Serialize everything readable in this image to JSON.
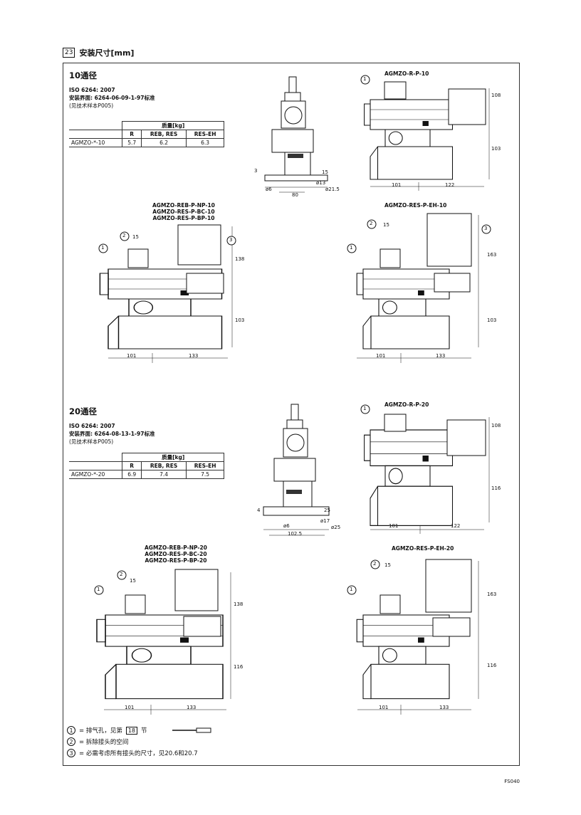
{
  "section": {
    "number": "23",
    "title": "安装尺寸[mm]"
  },
  "size10": {
    "title": "10通径",
    "iso": "ISO 6264: 2007",
    "mount": "安装界面: 6264-06-09-1-97标准",
    "ref": "(见技术样本P005)",
    "mass_header": "质量[kg]",
    "cols": [
      "R",
      "REB, RES",
      "RES-EH"
    ],
    "row_label": "AGMZO-*-10",
    "row": [
      "5.7",
      "6.2",
      "6.3"
    ],
    "front_dims": [
      "3",
      "15",
      "ø6",
      "ø13",
      "ø21.5",
      "80"
    ],
    "r_title": "AGMZO-R-P-10",
    "r_dims": [
      "108",
      "103",
      "101",
      "122"
    ],
    "reb_titles": [
      "AGMZO-REB-P-NP-10",
      "AGMZO-RES-P-BC-10",
      "AGMZO-RES-P-BP-10"
    ],
    "reb_dims": [
      "15",
      "138",
      "103",
      "101",
      "133"
    ],
    "eh_title": "AGMZO-RES-P-EH-10",
    "eh_dims": [
      "15",
      "163",
      "103",
      "101",
      "133"
    ]
  },
  "size20": {
    "title": "20通径",
    "iso": "ISO 6264: 2007",
    "mount": "安装界面: 6264-08-13-1-97标准",
    "ref": "(见技术样本P005)",
    "mass_header": "质量[kg]",
    "cols": [
      "R",
      "REB, RES",
      "RES-EH"
    ],
    "row_label": "AGMZO-*-20",
    "row": [
      "6.9",
      "7.4",
      "7.5"
    ],
    "front_dims": [
      "4",
      "25",
      "ø6",
      "ø17",
      "ø25",
      "102.5"
    ],
    "r_title": "AGMZO-R-P-20",
    "r_dims": [
      "108",
      "116",
      "101",
      "122"
    ],
    "reb_titles": [
      "AGMZO-REB-P-NP-20",
      "AGMZO-RES-P-BC-20",
      "AGMZO-RES-P-BP-20"
    ],
    "reb_dims": [
      "15",
      "138",
      "116",
      "101",
      "133"
    ],
    "eh_title": "AGMZO-RES-P-EH-20",
    "eh_dims": [
      "15",
      "163",
      "116",
      "101",
      "133"
    ]
  },
  "callouts": [
    "1",
    "2",
    "3"
  ],
  "notes": [
    {
      "num": "1",
      "text": "= 排气孔，见第",
      "ref": "18",
      "suffix": "节"
    },
    {
      "num": "2",
      "text": "= 拆除接头的空间"
    },
    {
      "num": "3",
      "text": "= 必需考虑所有接头的尺寸，见20.6和20.7"
    }
  ],
  "footer": "FS040"
}
